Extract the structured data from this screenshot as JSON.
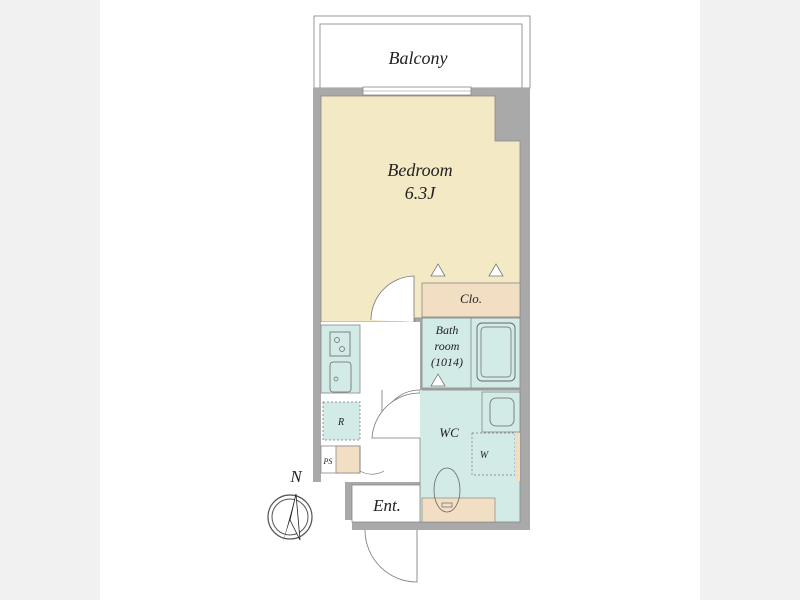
{
  "plan": {
    "rooms": {
      "balcony": "Balcony",
      "bedroom": "Bedroom",
      "bedroom_size": "6.3J",
      "closet": "Clo.",
      "bath_line1": "Bath",
      "bath_line2": "room",
      "bath_line3": "(1014)",
      "wc": "WC",
      "washer": "W",
      "refrigerator": "R",
      "pipe_space": "PS",
      "entrance": "Ent."
    },
    "compass": "N"
  },
  "colors": {
    "wall": "#a9a9a9",
    "bedroom": "#f3e9c5",
    "closet": "#f2dec3",
    "wet_area": "#d3ebe7",
    "line": "#555555"
  }
}
